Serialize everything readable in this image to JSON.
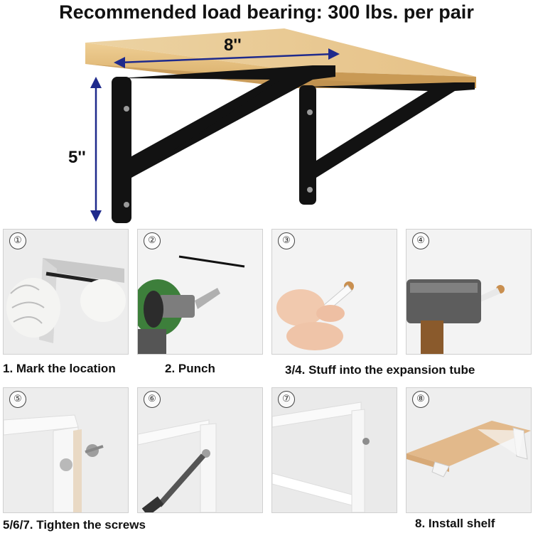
{
  "title": "Recommended load bearing: 300 lbs. per pair",
  "dimensions": {
    "width_label": "8''",
    "height_label": "5''"
  },
  "steps_row1": [
    {
      "number": "①",
      "icon": "marking-pen-icon"
    },
    {
      "number": "②",
      "icon": "drill-icon"
    },
    {
      "number": "③",
      "icon": "expansion-tube-icon"
    },
    {
      "number": "④",
      "icon": "hammer-icon"
    }
  ],
  "steps_row2": [
    {
      "number": "⑤",
      "icon": "screw-icon"
    },
    {
      "number": "⑥",
      "icon": "screwdriver-icon"
    },
    {
      "number": "⑦",
      "icon": "bracket-icon"
    },
    {
      "number": "⑧",
      "icon": "shelf-icon"
    }
  ],
  "captions": {
    "mark": "1. Mark the location",
    "punch": "2. Punch",
    "stuff": "3/4. Stuff into the expansion tube",
    "tighten": "5/6/7. Tighten the screws",
    "install": "8. Install shelf"
  },
  "colors": {
    "wood": "#e7c48c",
    "wood_edge": "#d9ae6c",
    "bracket": "#121212",
    "dimension_arrow": "#1f2a8c",
    "bracket_white": "#f7f7f7"
  }
}
